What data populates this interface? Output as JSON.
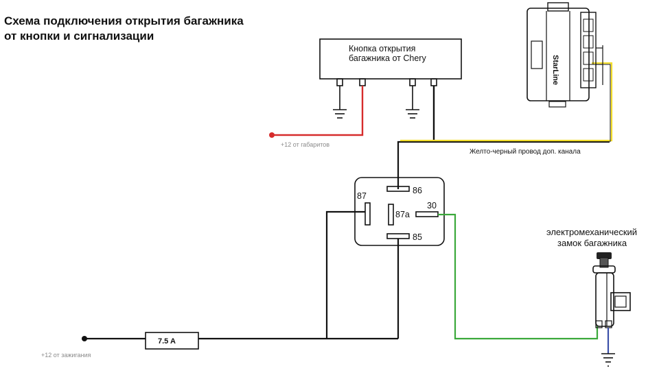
{
  "title": {
    "line1": "Схема подключения открытия багажника",
    "line2": "от кнопки и сигнализации"
  },
  "button_box": {
    "line1": "Кнопка открытия",
    "line2": "багажника от Chery"
  },
  "alarm_unit": {
    "brand": "StarLine"
  },
  "relay": {
    "pin_86": "86",
    "pin_87": "87",
    "pin_87a": "87a",
    "pin_30": "30",
    "pin_85": "85"
  },
  "labels": {
    "parking_lights": "+12 от габаритов",
    "extra_channel": "Желто-черный провод доп. канала",
    "ignition": "+12 от зажигания",
    "fuse": "7.5 A",
    "lock_line1": "электромеханический",
    "lock_line2": "замок багажника"
  },
  "colors": {
    "wire_black": "#111111",
    "wire_red": "#d62b2b",
    "wire_yellow": "#f2dd2a",
    "wire_green": "#3aa83a",
    "wire_blue": "#3a4fa8"
  }
}
